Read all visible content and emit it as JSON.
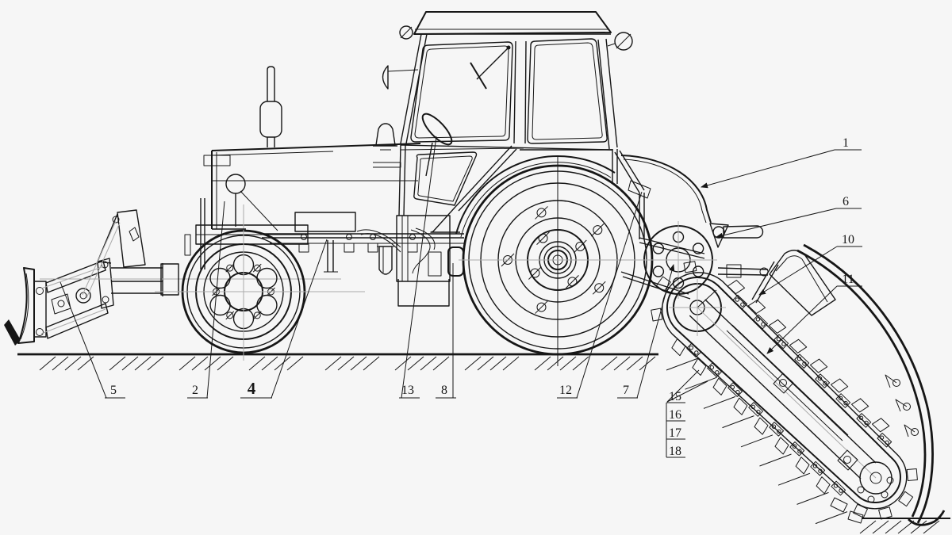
{
  "figure": {
    "type": "technical-line-diagram",
    "subject": "wheeled tractor with front dozer blade and rear chain trencher, side view",
    "background_color": "#f6f6f6",
    "ink_color": "#161616",
    "aux_line_color": "#ababab"
  },
  "callouts": {
    "c1": {
      "label": "1"
    },
    "c2": {
      "label": "2"
    },
    "c4": {
      "label": "4"
    },
    "c5": {
      "label": "5"
    },
    "c6": {
      "label": "6"
    },
    "c7": {
      "label": "7"
    },
    "c8": {
      "label": "8"
    },
    "c10": {
      "label": "10"
    },
    "c11": {
      "label": "11"
    },
    "c12": {
      "label": "12"
    },
    "c13": {
      "label": "13"
    },
    "c15": {
      "label": "15"
    },
    "c16": {
      "label": "16"
    },
    "c17": {
      "label": "17"
    },
    "c18": {
      "label": "18"
    }
  }
}
